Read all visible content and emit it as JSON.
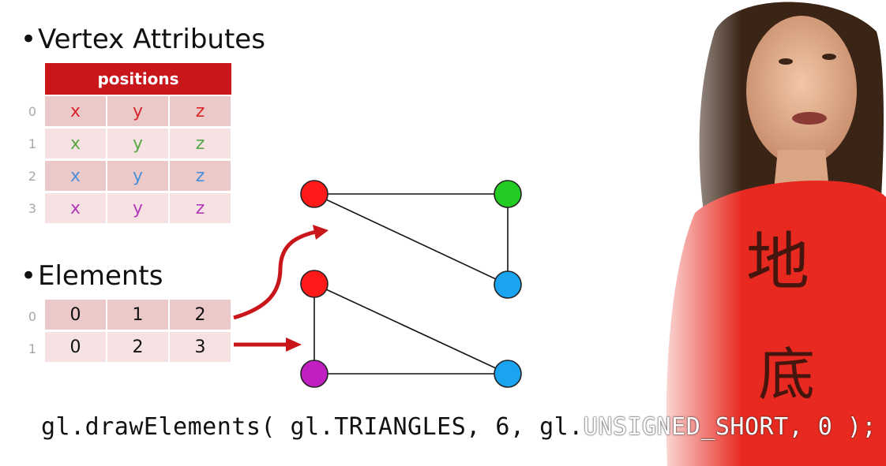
{
  "vertex_section": {
    "title": "Vertex Attributes",
    "header": "positions",
    "rows": [
      {
        "index": "0",
        "cells": [
          "x",
          "y",
          "z"
        ],
        "color": "#d8262a"
      },
      {
        "index": "1",
        "cells": [
          "x",
          "y",
          "z"
        ],
        "color": "#5aa84a"
      },
      {
        "index": "2",
        "cells": [
          "x",
          "y",
          "z"
        ],
        "color": "#4a8fd8"
      },
      {
        "index": "3",
        "cells": [
          "x",
          "y",
          "z"
        ],
        "color": "#b23bb7"
      }
    ]
  },
  "elements_section": {
    "title": "Elements",
    "rows": [
      {
        "index": "0",
        "cells": [
          "0",
          "1",
          "2"
        ]
      },
      {
        "index": "1",
        "cells": [
          "0",
          "2",
          "3"
        ]
      }
    ]
  },
  "code_line": {
    "prefix": "gl.drawElements( gl.TRIANGLES, 6, gl.",
    "suffix": "UNSIGNED_SHORT, 0 );"
  },
  "colors": {
    "vertex0": "#ff1a1a",
    "vertex1": "#22cc22",
    "vertex2": "#1aa3ee",
    "vertex3": "#c21fc2",
    "arrow": "#c8161b",
    "header_bg": "#c8161b"
  },
  "bullet_glyph": "•"
}
